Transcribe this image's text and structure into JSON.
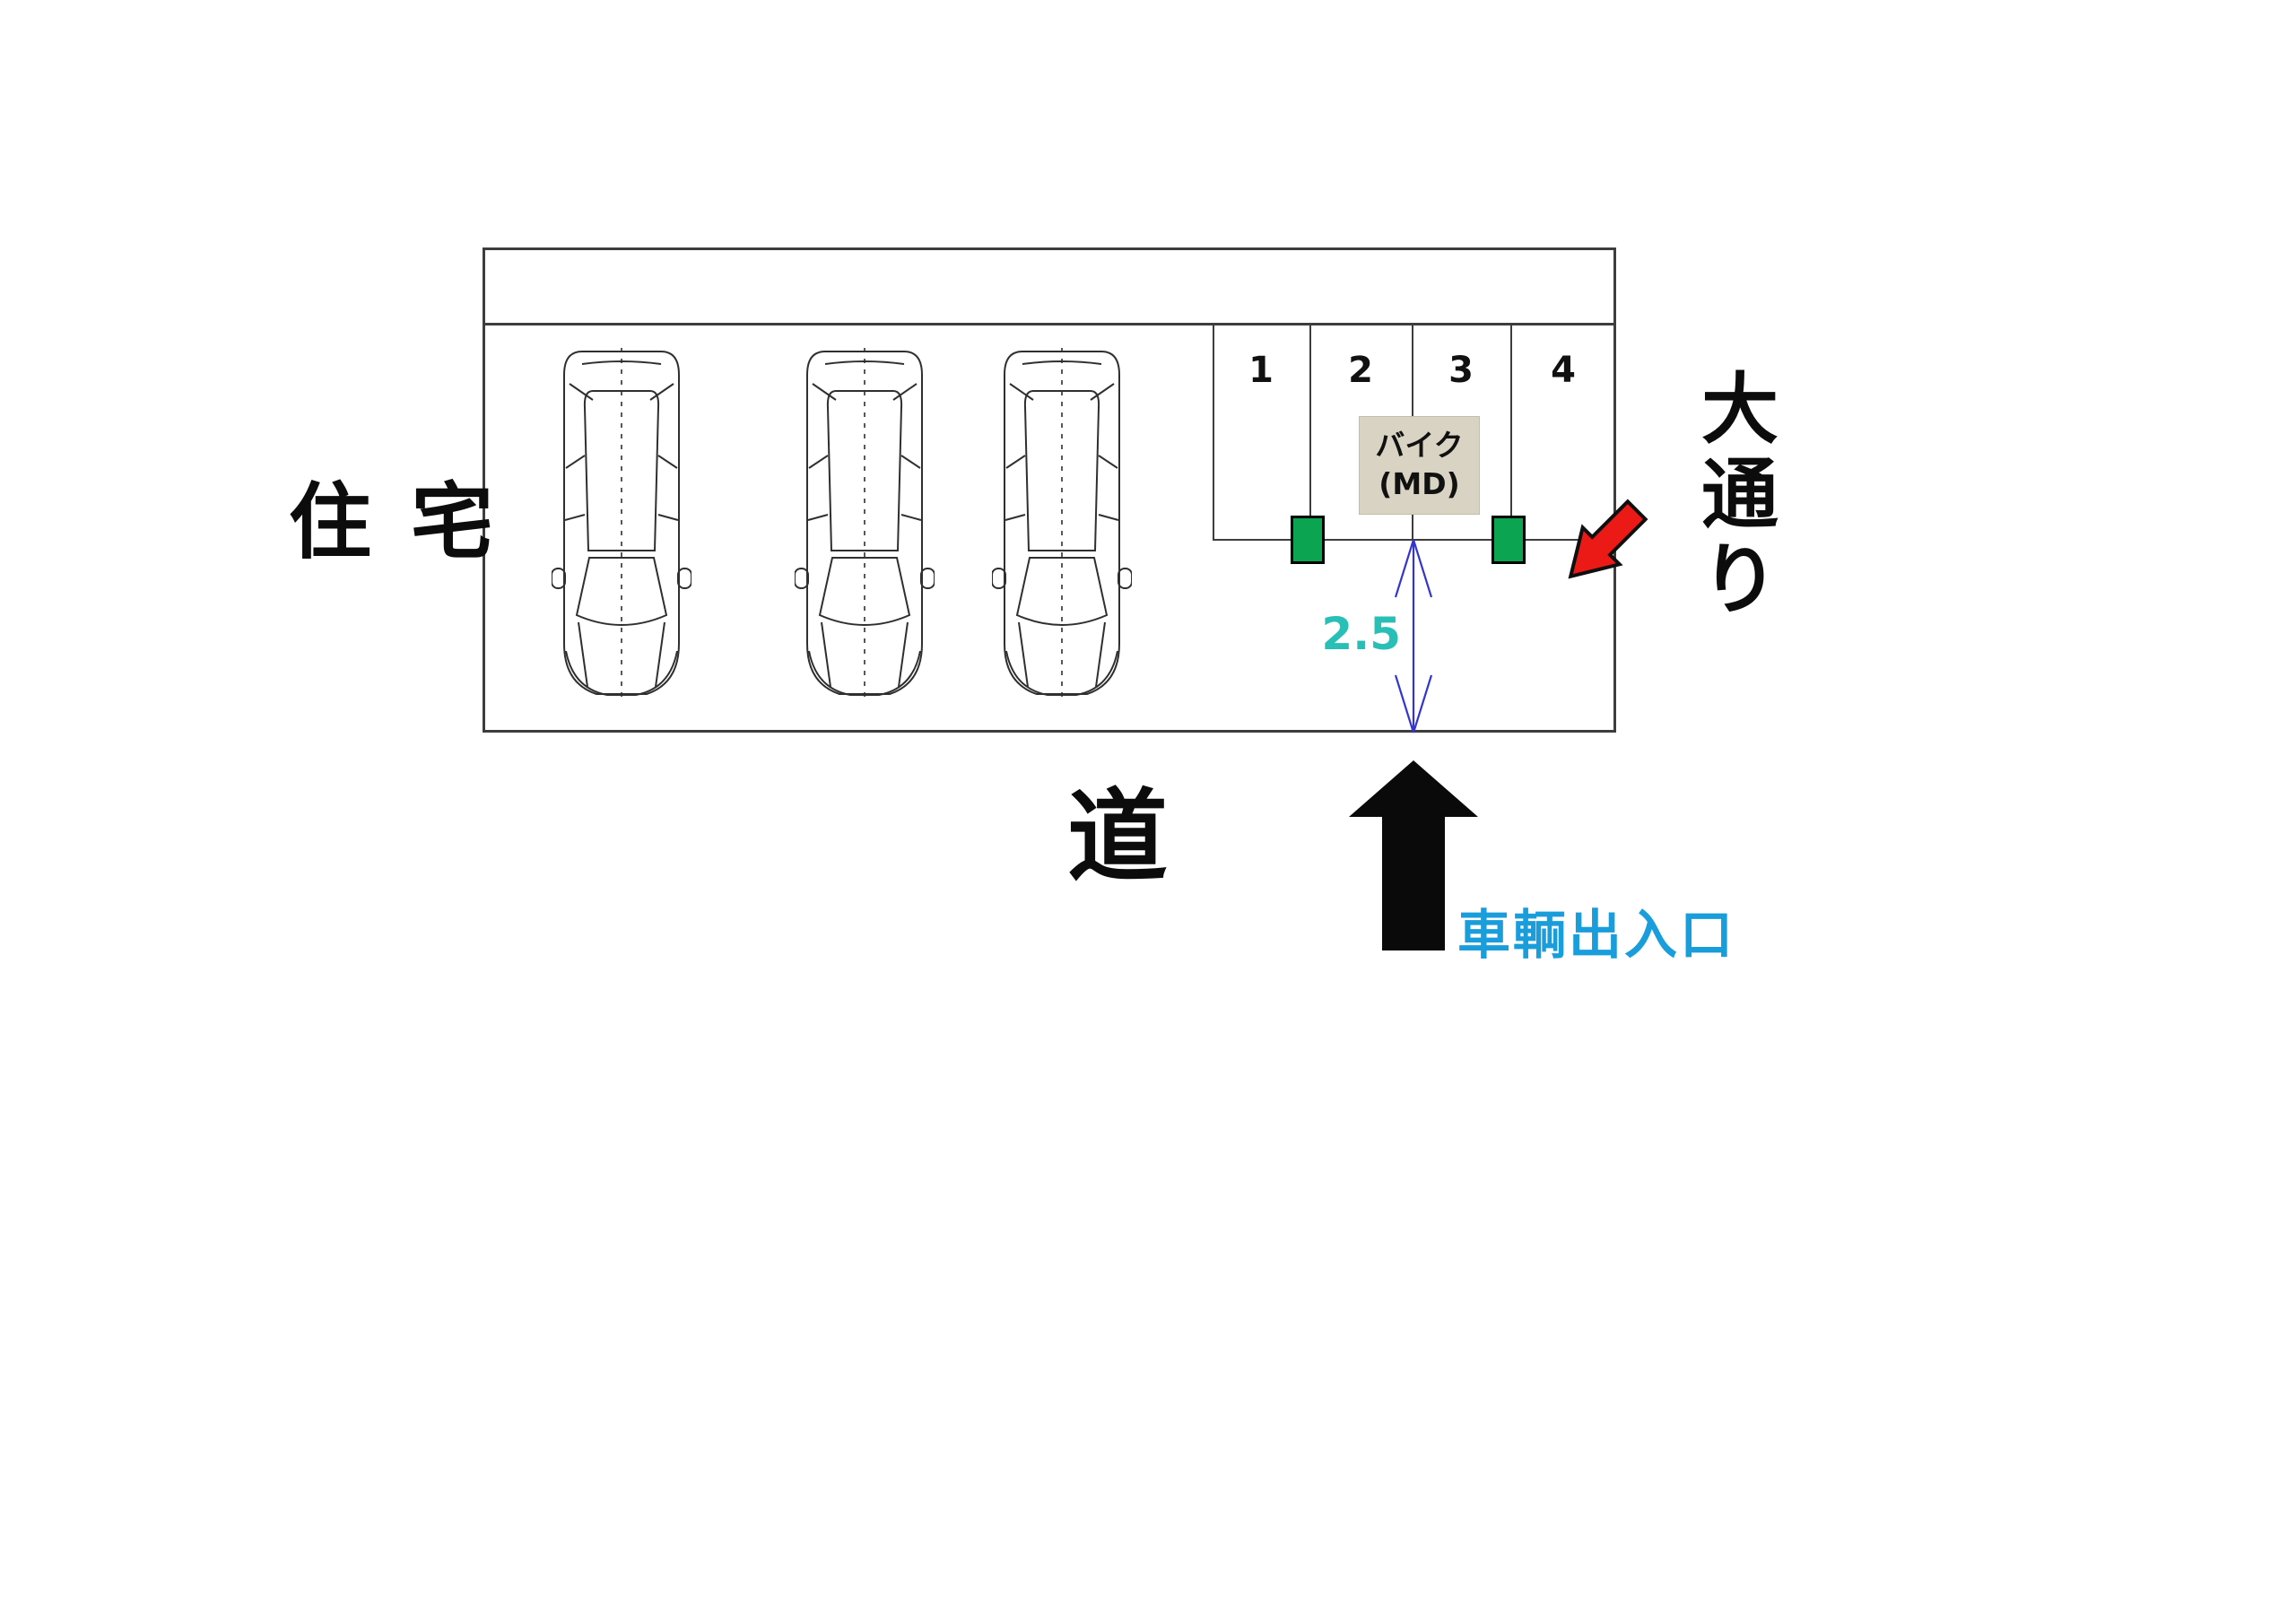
{
  "site": {
    "residence_label": "住 宅",
    "road_label": "道",
    "main_street_chars": [
      "大",
      "通",
      "り"
    ],
    "entrance_label": "車輌出入口"
  },
  "parking": {
    "space_numbers": [
      "1",
      "2",
      "3",
      "4"
    ],
    "bike_box": {
      "line1": "バイク",
      "line2": "(MD)"
    },
    "aisle_dimension": "2.5",
    "car_count": 3
  },
  "colors": {
    "line": "#3d3d3d",
    "text_black": "#0c0c0c",
    "red_arrow": "#ec1a17",
    "green_post": "#0ba551",
    "bike_box_bg": "#d8d3c3",
    "dimension_teal": "#28c0b6",
    "dimension_blue": "#3434cf",
    "entrance_blue": "#1a9edb"
  }
}
